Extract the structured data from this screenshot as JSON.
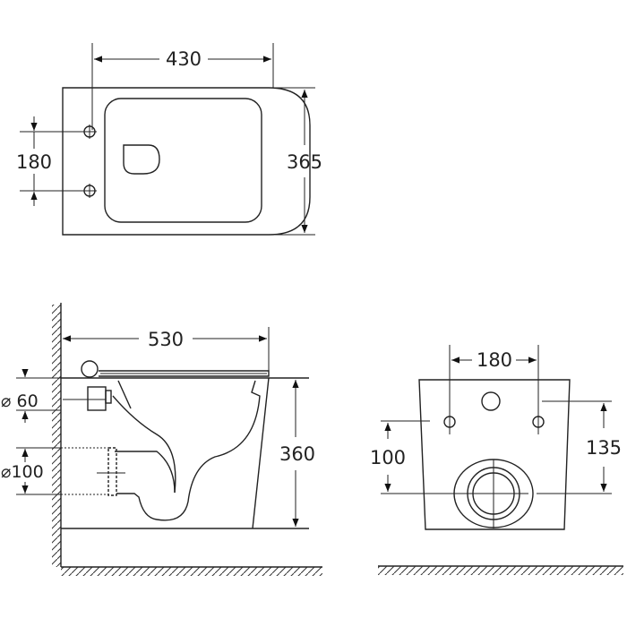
{
  "top_view": {
    "width_label": "430",
    "depth_label": "365",
    "hole_spacing_label": "180"
  },
  "side_view": {
    "length_label": "530",
    "height_label": "360",
    "inlet_label": "⌀ 60",
    "outlet_label": "⌀100"
  },
  "front_view": {
    "hole_spacing_label": "180",
    "outlet_to_hole_label": "100",
    "outlet_to_top_hole_label": "135"
  }
}
